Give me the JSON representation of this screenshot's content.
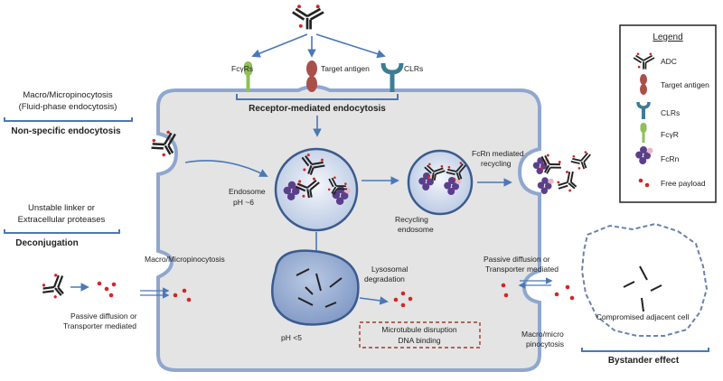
{
  "receptors": {
    "fcgr_label": "FcγRs",
    "target_label": "Target antigen",
    "clr_label": "CLRs",
    "rme_label": "Receptor-mediated endocytosis"
  },
  "nonspecific": {
    "line1": "Macro/Micropinocytosis",
    "line2": "(Fluid-phase endocytosis)",
    "title": "Non-specific endocytosis"
  },
  "deconjugation": {
    "line1": "Unstable linker or",
    "line2": "Extracellular proteases",
    "title": "Deconjugation"
  },
  "cell": {
    "macro_top": "Macro/Micropinocytosis",
    "passive_left_1": "Passive diffusion or",
    "passive_left_2": "Transporter mediated",
    "endosome_1": "Endosome",
    "endosome_2": "pH ~6",
    "recycling_1": "Recycling",
    "recycling_2": "endosome",
    "fcrn_1": "FcRn mediated",
    "fcrn_2": "recycling",
    "lyso_1": "Lysosomal",
    "lyso_2": "degradation",
    "ph_lyso": "pH <5",
    "outcome_1": "Microtubule disruption",
    "outcome_2": "DNA binding",
    "passive_right_1": "Passive diffusion or",
    "passive_right_2": "Transporter mediated",
    "macro_bottom_1": "Macro/micro",
    "macro_bottom_2": "pinocytosis"
  },
  "bystander": {
    "cell_label": "Compromised adjacent cell",
    "title": "Bystander effect"
  },
  "legend": {
    "title": "Legend",
    "items": [
      {
        "icon": "adc-icon",
        "label": "ADC"
      },
      {
        "icon": "target-antigen-icon",
        "label": "Target antigen"
      },
      {
        "icon": "clr-icon",
        "label": "CLRs"
      },
      {
        "icon": "fcgr-icon",
        "label": "FcγR"
      },
      {
        "icon": "fcrn-icon",
        "label": "FcRn"
      },
      {
        "icon": "payload-icon",
        "label": "Free payload"
      }
    ]
  },
  "colors": {
    "cell_fill": "#e4e4e4",
    "cell_border": "#8fa7cf",
    "arrow": "#4a78b8",
    "fcgr": "#8fc057",
    "target": "#a9504a",
    "clr": "#3e7c94",
    "fcrn": "#5b3f8a",
    "payload": "#d32626",
    "outcome_box": "#a03a2a"
  }
}
